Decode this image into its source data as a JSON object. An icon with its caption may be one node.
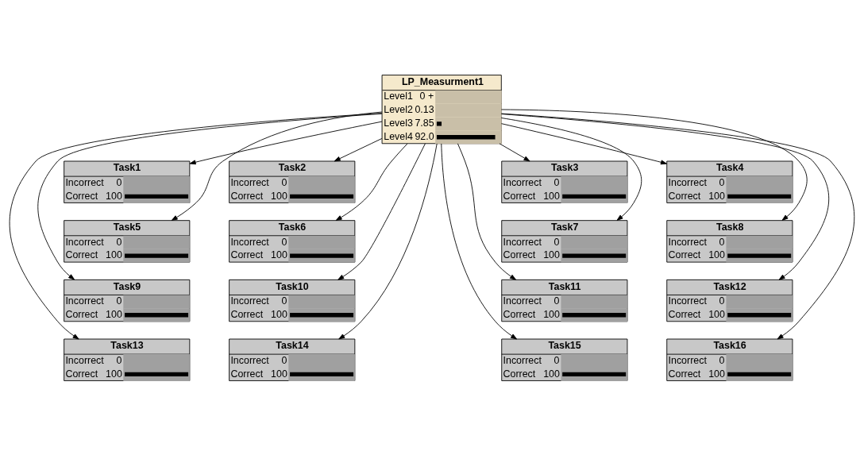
{
  "diagram": {
    "nodes": [
      {
        "text": [
          "LP_Measurment1",
          "Level1",
          "0 +",
          "Level2",
          "0.13",
          "Level3",
          "7.85",
          "Level4",
          "92.0"
        ]
      },
      {
        "text": [
          "Task1",
          "Incorrect",
          "0",
          "Correct",
          "100"
        ]
      },
      {
        "text": [
          "Task2",
          "Incorrect",
          "0",
          "Correct",
          "100"
        ]
      },
      {
        "text": [
          "Task3",
          "Incorrect",
          "0",
          "Correct",
          "100"
        ]
      },
      {
        "text": [
          "Task4",
          "Incorrect",
          "0",
          "Correct",
          "100"
        ]
      },
      {
        "text": [
          "Task5",
          "Incorrect",
          "0",
          "Correct",
          "100"
        ]
      },
      {
        "text": [
          "Task6",
          "Incorrect",
          "0",
          "Correct",
          "100"
        ]
      },
      {
        "text": [
          "Task7",
          "Incorrect",
          "0",
          "Correct",
          "100"
        ]
      },
      {
        "text": [
          "Task8",
          "Incorrect",
          "0",
          "Correct",
          "100"
        ]
      },
      {
        "text": [
          "Task9",
          "Incorrect",
          "0",
          "Correct",
          "100"
        ]
      },
      {
        "text": [
          "Task10",
          "Incorrect",
          "0",
          "Correct",
          "100"
        ]
      },
      {
        "text": [
          "Task11",
          "Incorrect",
          "0",
          "Correct",
          "100"
        ]
      },
      {
        "text": [
          "Task12",
          "Incorrect",
          "0",
          "Correct",
          "100"
        ]
      },
      {
        "text": [
          "Task13",
          "Incorrect",
          "0",
          "Correct",
          "100"
        ]
      },
      {
        "text": [
          "Task14",
          "Incorrect",
          "0",
          "Correct",
          "100"
        ]
      },
      {
        "text": [
          "Task15",
          "Incorrect",
          "0",
          "Correct",
          "100"
        ]
      },
      {
        "text": [
          "Task16",
          "Incorrect",
          "0",
          "Correct",
          "100"
        ]
      }
    ],
    "edges": [
      {
        "from": 0,
        "to": 1,
        "arrow": "to"
      },
      {
        "from": 0,
        "to": 2,
        "arrow": "to"
      },
      {
        "from": 0,
        "to": 3,
        "arrow": "to"
      },
      {
        "from": 0,
        "to": 4,
        "arrow": "to"
      },
      {
        "from": 0,
        "to": 5,
        "arrow": "to"
      },
      {
        "from": 0,
        "to": 6,
        "arrow": "to"
      },
      {
        "from": 0,
        "to": 7,
        "arrow": "to"
      },
      {
        "from": 0,
        "to": 8,
        "arrow": "to"
      },
      {
        "from": 0,
        "to": 9,
        "arrow": "to"
      },
      {
        "from": 0,
        "to": 10,
        "arrow": "to"
      },
      {
        "from": 0,
        "to": 11,
        "arrow": "to"
      },
      {
        "from": 0,
        "to": 12,
        "arrow": "to"
      },
      {
        "from": 0,
        "to": 13,
        "arrow": "to"
      },
      {
        "from": 0,
        "to": 14,
        "arrow": "to"
      },
      {
        "from": 0,
        "to": 15,
        "arrow": "to"
      },
      {
        "from": 0,
        "to": 16,
        "arrow": "to"
      }
    ]
  }
}
